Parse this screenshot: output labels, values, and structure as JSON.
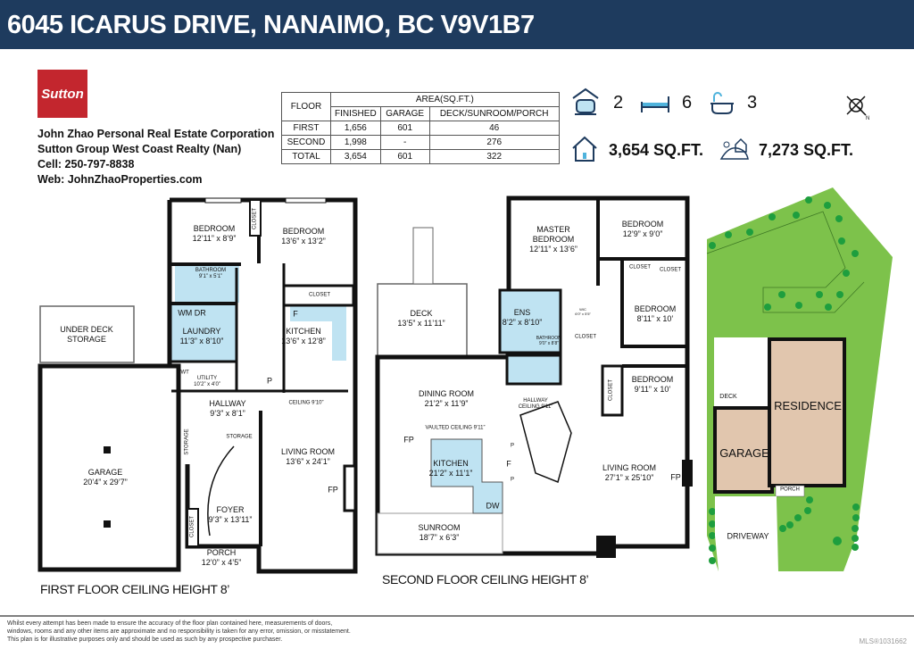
{
  "header": {
    "title": "6045 ICARUS DRIVE, NANAIMO, BC V9V1B7"
  },
  "logo": {
    "text": "Sutton"
  },
  "agent": {
    "line1": "John Zhao Personal Real Estate Corporation",
    "line2": "Sutton Group West Coast Realty (Nan)",
    "line3": "Cell: 250-797-8838",
    "line4": "Web: JohnZhaoProperties.com"
  },
  "area_table": {
    "floor_header": "FLOOR",
    "area_header": "AREA(SQ.FT.)",
    "columns": [
      "FINISHED",
      "GARAGE",
      "DECK/SUNROOM/PORCH"
    ],
    "rows": [
      {
        "floor": "FIRST",
        "finished": "1,656",
        "garage": "601",
        "deck": "46"
      },
      {
        "floor": "SECOND",
        "finished": "1,998",
        "garage": "-",
        "deck": "276"
      },
      {
        "floor": "TOTAL",
        "finished": "3,654",
        "garage": "601",
        "deck": "322"
      }
    ]
  },
  "stats": {
    "garage": "2",
    "bedrooms": "6",
    "bathrooms": "3",
    "interior": "3,654 SQ.FT.",
    "lot": "7,273 SQ.FT.",
    "compass_n": "N"
  },
  "first_floor": {
    "title": "FIRST FLOOR  CEILING HEIGHT 8’",
    "rooms": [
      {
        "name": "BEDROOM",
        "dim": "12’11” x 8’9”"
      },
      {
        "name": "BEDROOM",
        "dim": "13’6” x 13’2”"
      },
      {
        "name": "CLOSET"
      },
      {
        "name": "BATHROOM",
        "dim": "9’1” x 5’1”"
      },
      {
        "name": "WM DR"
      },
      {
        "name": "LAUNDRY",
        "dim": "11’3” x 8’10”"
      },
      {
        "name": "HWT"
      },
      {
        "name": "UTILITY",
        "dim": "10’2” x 4’0”"
      },
      {
        "name": "CLOSET"
      },
      {
        "name": "F"
      },
      {
        "name": "KITCHEN",
        "dim": "13’6” x 12’8”"
      },
      {
        "name": "P"
      },
      {
        "name": "HALLWAY",
        "dim": "9’3” x 8’1”"
      },
      {
        "name": "CEILING 9’10”"
      },
      {
        "name": "STORAGE"
      },
      {
        "name": "STORAGE"
      },
      {
        "name": "LIVING ROOM",
        "dim": "13’6” x 24’1”"
      },
      {
        "name": "FP"
      },
      {
        "name": "UNDER DECK",
        "dim": "STORAGE"
      },
      {
        "name": "GARAGE",
        "dim": "20’4” x 29’7”"
      },
      {
        "name": "FOYER",
        "dim": "9’3” x 13’11”"
      },
      {
        "name": "CLOSET"
      },
      {
        "name": "PORCH",
        "dim": "12’0” x 4’5”"
      }
    ]
  },
  "second_floor": {
    "title": "SECOND FLOOR  CEILING HEIGHT 8’",
    "rooms": [
      {
        "name": "DECK",
        "dim": "13’5” x 11’11”"
      },
      {
        "name": "MASTER BEDROOM",
        "dim": "12’11” x 13’6”"
      },
      {
        "name": "BEDROOM",
        "dim": "12’9” x 9’0”"
      },
      {
        "name": "CLOSET"
      },
      {
        "name": "CLOSET"
      },
      {
        "name": "BEDROOM",
        "dim": "8’11” x 10’"
      },
      {
        "name": "ENS",
        "dim": "8’2” x 8’10”"
      },
      {
        "name": "WIC",
        "dim": "6’0” x 5’5”"
      },
      {
        "name": "BATHROOM",
        "dim": "9’0” x 8’8”"
      },
      {
        "name": "CLOSET"
      },
      {
        "name": "HALLWAY",
        "dim": "CEILING 9’11”"
      },
      {
        "name": "CLOSET"
      },
      {
        "name": "BEDROOM",
        "dim": "9’11” x 10’"
      },
      {
        "name": "DINING ROOM",
        "dim": "21’2” x 11’9”"
      },
      {
        "name": "VAULTED CEILING 9’11”"
      },
      {
        "name": "FP"
      },
      {
        "name": "KITCHEN",
        "dim": "21’2” x 11’1”"
      },
      {
        "name": "P"
      },
      {
        "name": "F"
      },
      {
        "name": "P"
      },
      {
        "name": "LIVING ROOM",
        "dim": "27’1” x 25’10”"
      },
      {
        "name": "FP"
      },
      {
        "name": "DW"
      },
      {
        "name": "SUNROOM",
        "dim": "18’7” x 6’3”"
      }
    ]
  },
  "site_plan": {
    "labels": [
      "RESIDENCE",
      "GARAGE",
      "DECK",
      "PORCH",
      "DRIVEWAY"
    ]
  },
  "footer": {
    "disclaimer": [
      "Whilst every attempt has been made to ensure the accuracy of the floor plan contained here, measurements of doors,",
      "windows, rooms and any other items are approximate and no responsibility is taken for any error, omission, or misstatement.",
      "This plan is for illustrative purposes only and should be used as such by any prospective purchaser."
    ],
    "mls": "MLS®1031662"
  },
  "colors": {
    "header": "#1e3b5e",
    "logo": "#c3262e",
    "wet": "#bfe3f2",
    "lawn": "#7dc24b",
    "tree": "#1e9e3e",
    "building": "#e1c6ae"
  }
}
